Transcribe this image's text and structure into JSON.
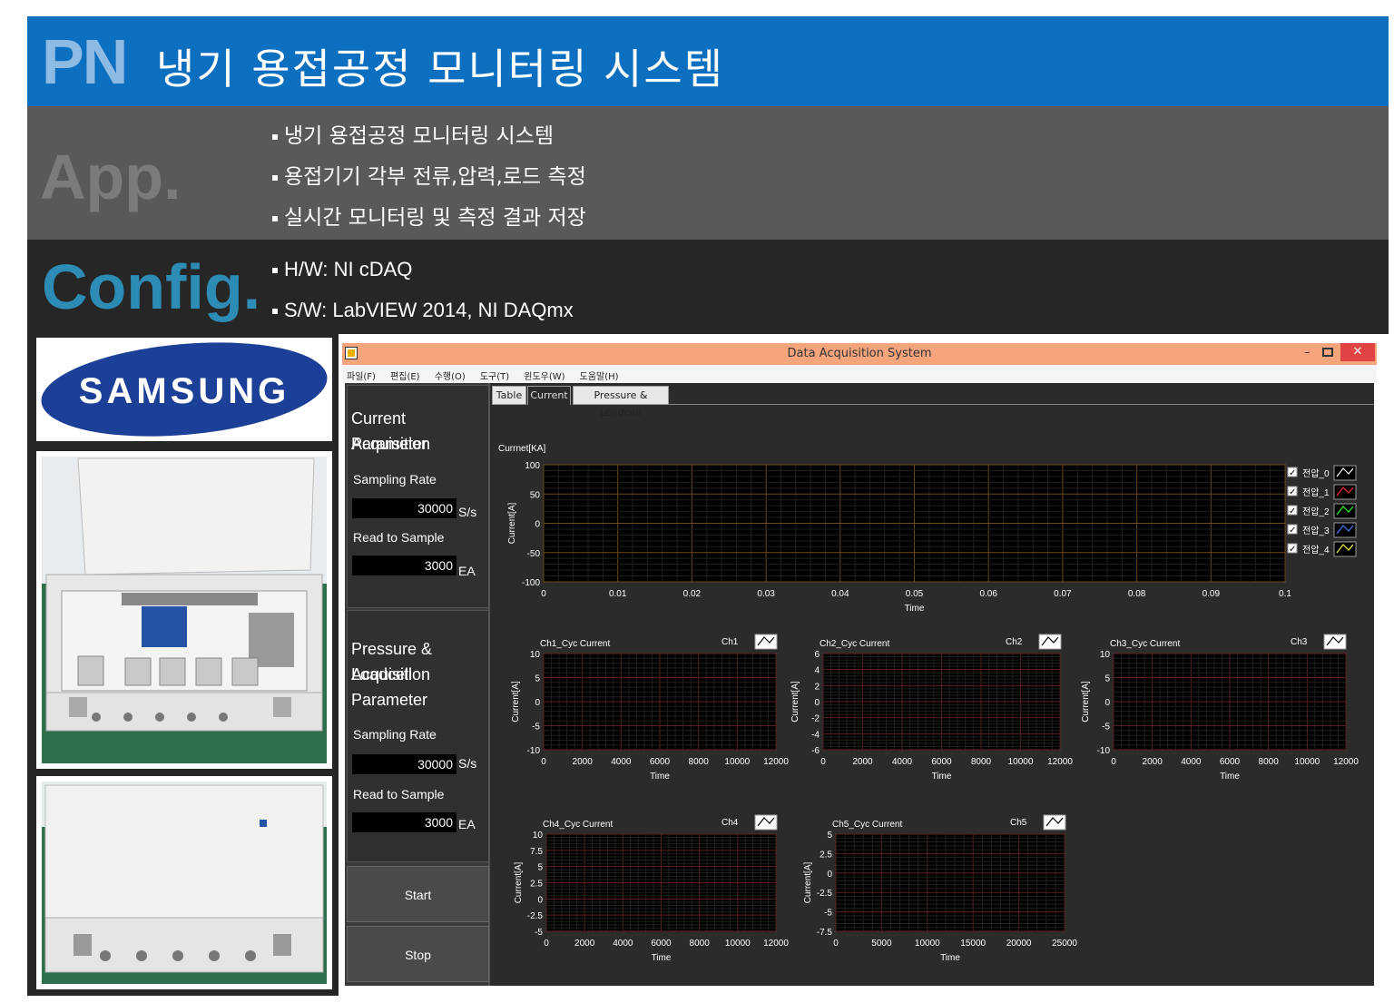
{
  "header": {
    "logo": "PN",
    "title": "냉기 용접공정 모니터링 시스템"
  },
  "app_section": {
    "label": "App.",
    "bullets": [
      "냉기 용접공정 모니터링 시스템",
      "용접기기 각부 전류,압력,로드 측정",
      "실시간 모니터링 및 측정 결과 저장"
    ]
  },
  "config_section": {
    "label": "Config.",
    "bullets": [
      "H/W: NI cDAQ",
      "S/W: LabVIEW 2014, NI DAQmx"
    ]
  },
  "photos": {
    "logo_text": "SAMSUNG"
  },
  "window": {
    "title": "Data Acquisition System",
    "menu": [
      "파일(F)",
      "편집(E)",
      "수행(O)",
      "도구(T)",
      "윈도우(W)",
      "도움말(H)"
    ],
    "tabs": [
      "Table",
      "Current",
      "Pressure & Loadcell"
    ],
    "current_panel": {
      "title_line1": "Current Acquisition",
      "title_line2": "Parameter",
      "sampling_label": "Sampling Rate",
      "sampling_value": "30000",
      "sampling_unit": "S/s",
      "read_label": "Read to Sample",
      "read_value": "3000",
      "read_unit": "EA"
    },
    "pressure_panel": {
      "title_line1": "Pressure & Loadcell",
      "title_line2": "Acquisition",
      "title_line3": "Parameter",
      "sampling_label": "Sampling Rate",
      "sampling_value": "30000",
      "sampling_unit": "S/s",
      "read_label": "Read to Sample",
      "read_value": "3000",
      "read_unit": "EA"
    },
    "start_button": "Start",
    "stop_button": "Stop"
  },
  "chart_data": [
    {
      "type": "line",
      "title": "Currnet[KA]",
      "xlabel": "Time",
      "ylabel": "Current[A]",
      "xlim": [
        0,
        0.1
      ],
      "ylim": [
        -100,
        100
      ],
      "xticks": [
        "0",
        "0.01",
        "0.02",
        "0.03",
        "0.04",
        "0.05",
        "0.06",
        "0.07",
        "0.08",
        "0.09",
        "0.1"
      ],
      "yticks": [
        "100",
        "50",
        "0",
        "-50",
        "-100"
      ],
      "legend": [
        "전압_0",
        "전압_1",
        "전압_2",
        "전압_3",
        "전압_4"
      ],
      "legend_colors": [
        "#ffffff",
        "#ff3030",
        "#30ff30",
        "#4080ff",
        "#ffff40"
      ],
      "grid": true,
      "legend_position": "right"
    },
    {
      "type": "line",
      "title": "Ch1_Cyc Current",
      "legend": [
        "Ch1"
      ],
      "xlabel": "Time",
      "ylabel": "Current[A]",
      "xlim": [
        0,
        12000
      ],
      "ylim": [
        -10,
        10
      ],
      "xticks": [
        "0",
        "2000",
        "4000",
        "6000",
        "8000",
        "10000",
        "12000"
      ],
      "yticks": [
        "10",
        "5",
        "0",
        "-5",
        "-10"
      ],
      "grid": true
    },
    {
      "type": "line",
      "title": "Ch2_Cyc Current",
      "legend": [
        "Ch2"
      ],
      "xlabel": "Time",
      "ylabel": "Current[A]",
      "xlim": [
        0,
        12000
      ],
      "ylim": [
        -6,
        6
      ],
      "xticks": [
        "0",
        "2000",
        "4000",
        "6000",
        "8000",
        "10000",
        "12000"
      ],
      "yticks": [
        "6",
        "4",
        "2",
        "0",
        "-2",
        "-4",
        "-6"
      ],
      "grid": true
    },
    {
      "type": "line",
      "title": "Ch3_Cyc Current",
      "legend": [
        "Ch3"
      ],
      "xlabel": "Time",
      "ylabel": "Current[A]",
      "xlim": [
        0,
        12000
      ],
      "ylim": [
        -10,
        10
      ],
      "xticks": [
        "0",
        "2000",
        "4000",
        "6000",
        "8000",
        "10000",
        "12000"
      ],
      "yticks": [
        "10",
        "5",
        "0",
        "-5",
        "-10"
      ],
      "grid": true
    },
    {
      "type": "line",
      "title": "Ch4_Cyc Current",
      "legend": [
        "Ch4"
      ],
      "xlabel": "Time",
      "ylabel": "Current[A]",
      "xlim": [
        0,
        12000
      ],
      "ylim": [
        -5,
        10
      ],
      "xticks": [
        "0",
        "2000",
        "4000",
        "6000",
        "8000",
        "10000",
        "12000"
      ],
      "yticks": [
        "10",
        "7.5",
        "5",
        "2.5",
        "0",
        "-2.5",
        "-5"
      ],
      "grid": true
    },
    {
      "type": "line",
      "title": "Ch5_Cyc Current",
      "legend": [
        "Ch5"
      ],
      "xlabel": "Time",
      "ylabel": "Current[A]",
      "xlim": [
        0,
        25000
      ],
      "ylim": [
        -7.5,
        5
      ],
      "xticks": [
        "0",
        "5000",
        "10000",
        "15000",
        "20000",
        "25000"
      ],
      "yticks": [
        "5",
        "2.5",
        "0",
        "-2.5",
        "-5",
        "-7.5"
      ],
      "grid": true
    }
  ]
}
